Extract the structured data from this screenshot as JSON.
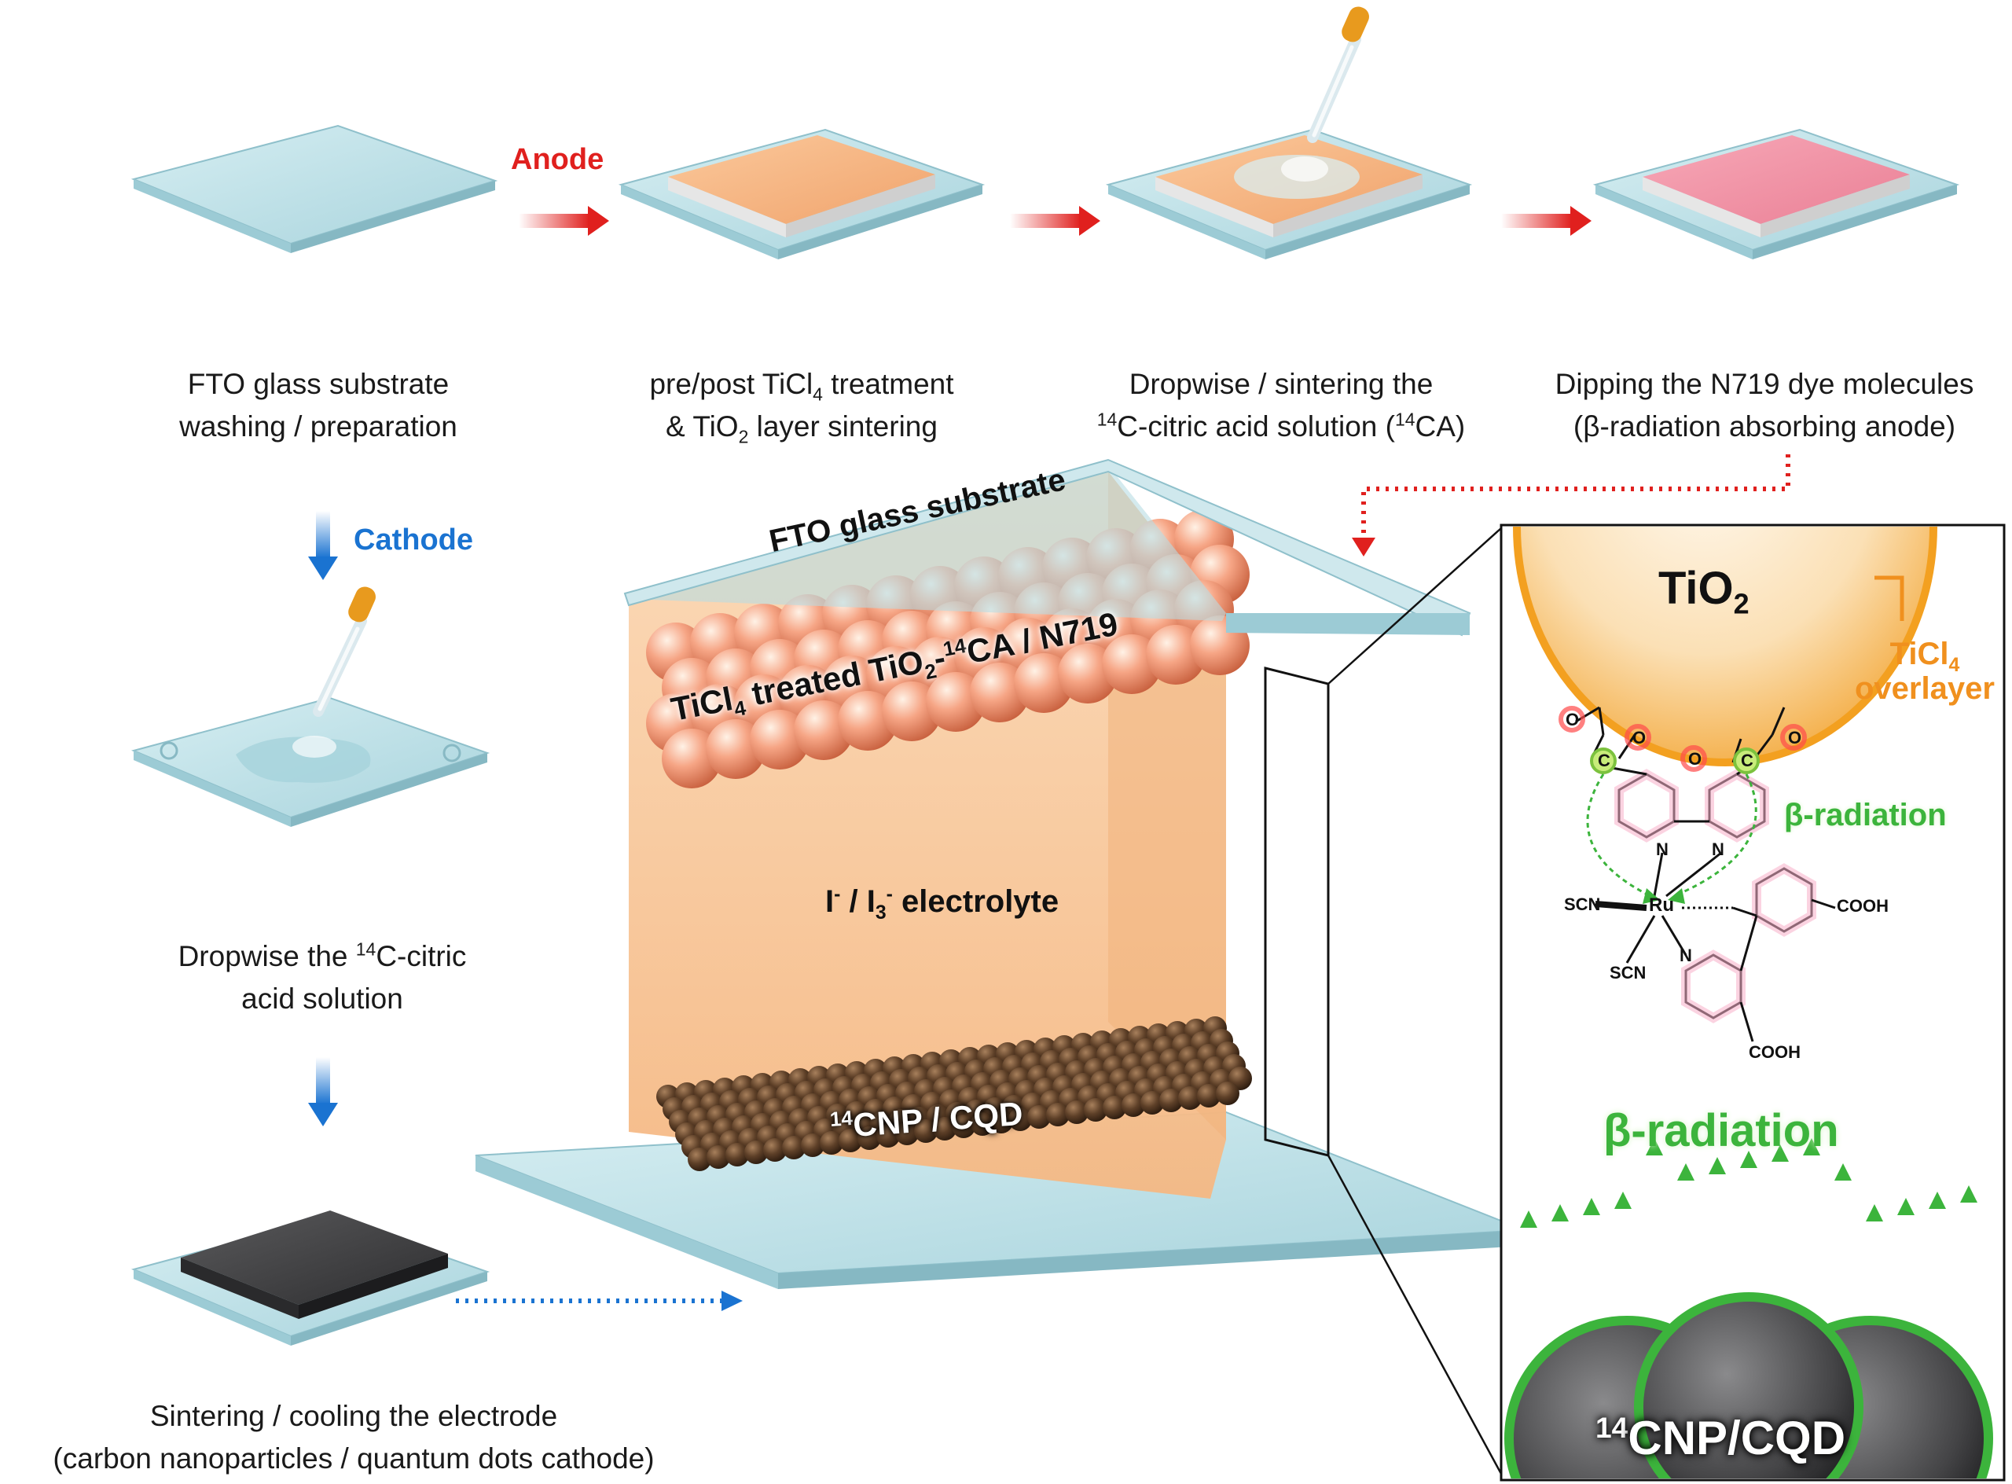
{
  "colors": {
    "anode_arrow": "#e0201e",
    "cathode_arrow": "#1a73d1",
    "glass": "#bfe0e6",
    "tio2_layer": "#f4b07e",
    "dye_layer": "#f08aa0",
    "carbon_layer": "#3e3e40",
    "electrolyte": "#f7c79a",
    "beta_green": "#3cb43c",
    "tiCl4_orange": "#f0901e"
  },
  "flow": {
    "anode_label": "Anode",
    "cathode_label": "Cathode"
  },
  "steps": {
    "s1": {
      "line1": "FTO glass substrate",
      "line2": "washing / preparation"
    },
    "s2": {
      "line1_pre": "pre/post TiCl",
      "line1_sub": "4",
      "line1_post": " treatment",
      "line2_pre": "& TiO",
      "line2_sub": "2",
      "line2_post": " layer sintering"
    },
    "s3": {
      "line1": "Dropwise / sintering the",
      "line2_sup1": "14",
      "line2_mid": "C-citric acid solution (",
      "line2_sup2": "14",
      "line2_end": "CA)"
    },
    "s4": {
      "line1": "Dipping the N719 dye molecules",
      "line2": "(β-radiation absorbing anode)"
    },
    "c1": {
      "line1_pre": "Dropwise the ",
      "line1_sup": "14",
      "line1_post": "C-citric",
      "line2": "acid solution"
    },
    "c2": {
      "line1": "Sintering / cooling the electrode",
      "line2": "(carbon nanoparticles / quantum dots cathode)"
    }
  },
  "cell": {
    "fto_label": "FTO glass substrate",
    "tio2_label_pre": "TiCl",
    "tio2_label_sub": "4",
    "tio2_label_mid": " treated TiO",
    "tio2_label_sub2": "2",
    "tio2_label_dash": "-",
    "tio2_label_sup": "14",
    "tio2_label_post": "CA / N719",
    "electrolyte_pre": "I",
    "electrolyte_sup1": "-",
    "electrolyte_mid": " / I",
    "electrolyte_sub": "3",
    "electrolyte_sup2": "-",
    "electrolyte_post": " electrolyte",
    "cnp_sup": "14",
    "cnp_label": "CNP / CQD"
  },
  "inset": {
    "tio2_pre": "TiO",
    "tio2_sub": "2",
    "ticl4_pre": "TiCl",
    "ticl4_sub": "4",
    "overlayer": "overlayer",
    "beta_small": "β-radiation",
    "beta_big": "β-radiation",
    "cnp_sup": "14",
    "cnp_label": "CNP/CQD",
    "atom_c": "C",
    "atom_o": "O",
    "atom_n": "N",
    "atom_ru": "Ru",
    "scn1": "SCN",
    "scn2": "SCN",
    "cooh1": "COOH",
    "cooh2": "COOH"
  }
}
